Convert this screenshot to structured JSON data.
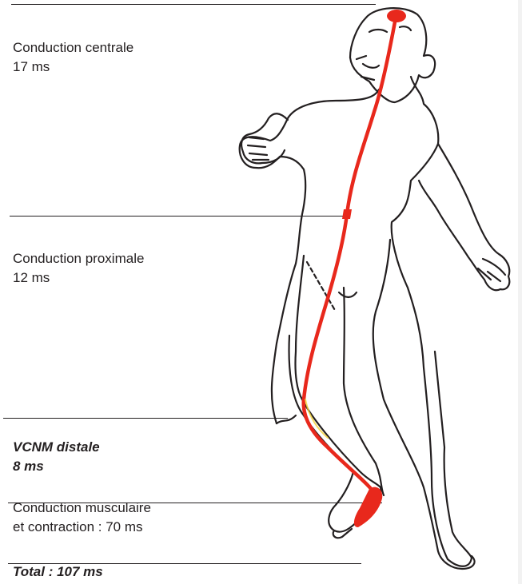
{
  "labels": {
    "central": {
      "name": "Conduction centrale",
      "value": "17 ms"
    },
    "proximal": {
      "name": "Conduction proximale",
      "value": "12 ms"
    },
    "distal": {
      "name": "VCNM distale",
      "value": "8 ms"
    },
    "muscular": {
      "line1": "Conduction musculaire",
      "line2": "et contraction : 70 ms"
    },
    "total": "Total : 107 ms"
  },
  "colors": {
    "outline": "#231f20",
    "nerve": "#e8281c",
    "nerve_highlight": "#f5d33a"
  },
  "icons": [
    "human-figure-outline",
    "nerve-pathway"
  ]
}
